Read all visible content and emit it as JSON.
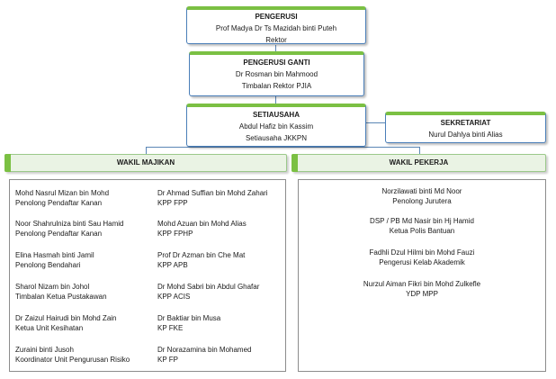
{
  "pengerusi": {
    "title": "PENGERUSI",
    "name": "Prof Madya Dr Ts Mazidah binti Puteh",
    "role": "Rektor"
  },
  "pengerusi_ganti": {
    "title": "PENGERUSI GANTI",
    "name": "Dr Rosman bin Mahmood",
    "role": "Timbalan Rektor PJIA"
  },
  "setiausaha": {
    "title": "SETIAUSAHA",
    "name": "Abdul Hafiz bin Kassim",
    "role": "Setiausaha JKKPN"
  },
  "sekretariat": {
    "title": "SEKRETARIAT",
    "name": "Nurul Dahlya binti Alias"
  },
  "wakil_majikan": {
    "title": "WAKIL MAJIKAN",
    "left": [
      {
        "name": "Mohd Nasrul Mizan bin Mohd",
        "role": "Penolong Pendaftar Kanan"
      },
      {
        "name": "Noor Shahrulniza binti Sau Hamid",
        "role": "Penolong Pendaftar Kanan"
      },
      {
        "name": "Elina Hasmah binti Jamil",
        "role": "Penolong Bendahari"
      },
      {
        "name": "Sharol Nizam bin Johol",
        "role": "Timbalan Ketua Pustakawan"
      },
      {
        "name": "Dr Zaizul Hairudi bin Mohd Zain",
        "role": "Ketua Unit Kesihatan"
      },
      {
        "name": "Zuraini binti Jusoh",
        "role": "Koordinator Unit Pengurusan Risiko"
      }
    ],
    "right": [
      {
        "name": "Dr Ahmad Suffian bin Mohd Zahari",
        "role": "KPP FPP"
      },
      {
        "name": "Mohd Azuan bin Mohd Alias",
        "role": "KPP FPHP"
      },
      {
        "name": "Prof Dr Azman bin Che Mat",
        "role": "KPP APB"
      },
      {
        "name": "Dr Mohd Sabri bin Abdul Ghafar",
        "role": "KPP ACIS"
      },
      {
        "name": "Dr Baktiar bin Musa",
        "role": "KP FKE"
      },
      {
        "name": "Dr Norazamina bin Mohamed",
        "role": "KP FP"
      }
    ]
  },
  "wakil_pekerja": {
    "title": "WAKIL PEKERJA",
    "members": [
      {
        "name": "Norzilawati binti Md Noor",
        "role": "Penolong Jurutera"
      },
      {
        "name": "DSP / PB Md Nasir bin Hj Hamid",
        "role": "Ketua Polis Bantuan"
      },
      {
        "name": "Fadhli Dzul Hilmi bin Mohd Fauzi",
        "role": "Pengerusi Kelab Akademik"
      },
      {
        "name": "Nurzul Aiman Fikri bin Mohd Zulkefle",
        "role": "YDP MPP"
      }
    ]
  }
}
